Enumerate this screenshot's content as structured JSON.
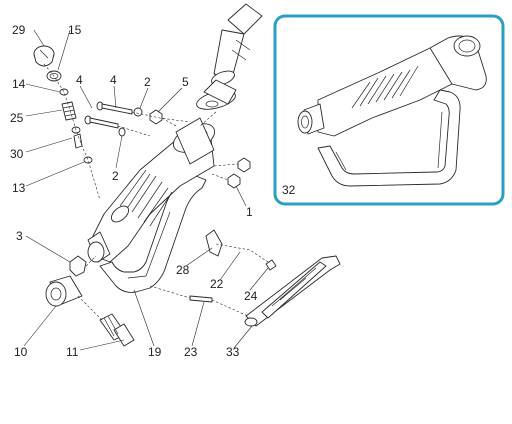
{
  "callouts": [
    {
      "id": "29",
      "text": "29"
    },
    {
      "id": "15",
      "text": "15"
    },
    {
      "id": "14",
      "text": "14"
    },
    {
      "id": "4a",
      "text": "4"
    },
    {
      "id": "4b",
      "text": "4"
    },
    {
      "id": "2a",
      "text": "2"
    },
    {
      "id": "5",
      "text": "5"
    },
    {
      "id": "25",
      "text": "25"
    },
    {
      "id": "30",
      "text": "30"
    },
    {
      "id": "2b",
      "text": "2"
    },
    {
      "id": "13",
      "text": "13"
    },
    {
      "id": "3",
      "text": "3"
    },
    {
      "id": "1",
      "text": "1"
    },
    {
      "id": "28",
      "text": "28"
    },
    {
      "id": "22",
      "text": "22"
    },
    {
      "id": "24",
      "text": "24"
    },
    {
      "id": "10",
      "text": "10"
    },
    {
      "id": "11",
      "text": "11"
    },
    {
      "id": "19",
      "text": "19"
    },
    {
      "id": "23",
      "text": "23"
    },
    {
      "id": "33",
      "text": "33"
    },
    {
      "id": "32",
      "text": "32"
    }
  ],
  "inset": {
    "border_color": "#2a9fc4"
  }
}
